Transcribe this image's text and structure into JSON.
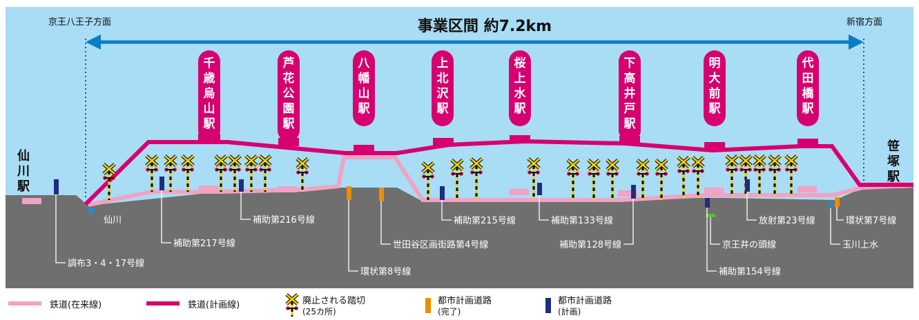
{
  "title": "事業区間 約7.2km",
  "direction_left": "京王八王子方面",
  "direction_right": "新宿方面",
  "end_station_left": "仙川駅",
  "end_station_right": "笹塚駅",
  "stations": [
    "千歳烏山駅",
    "芦花公園駅",
    "八幡山駅",
    "上北沢駅",
    "桜上水駅",
    "下高井戸駅",
    "明大前駅",
    "代田橋駅"
  ],
  "road_labels": {
    "sengawa": "仙川",
    "r216": "補助第216号線",
    "r217": "補助第217号線",
    "chofu": "調布3・4・17号線",
    "setagaya4": "世田谷区画街路第4号線",
    "kanjo8": "環状第8号線",
    "r215": "補助第215号線",
    "r133": "補助第133号線",
    "r128": "補助第128号線",
    "hoshya23": "放射第23号線",
    "kanjo7": "環状第7号線",
    "inokashira": "京王井の頭線",
    "tamagawa": "玉川上水",
    "r154": "補助第154号線"
  },
  "legend": {
    "existing_line": "鉄道(在来線)",
    "planned_line": "鉄道(計画線)",
    "crossing_line1": "廃止される踏切",
    "crossing_line2": "(25カ所)",
    "road_done_line1": "都市計画道路",
    "road_done_line2": "(完了)",
    "road_plan_line1": "都市計画道路",
    "road_plan_line2": "(計画)"
  },
  "colors": {
    "sky": "#a9dcf5",
    "ground": "#6f6f6f",
    "existing_line": "#f0a3c4",
    "planned_line": "#d6006f",
    "arrow": "#0a7ec2",
    "road_done": "#f08c00",
    "road_plan": "#1d2d80"
  },
  "crossing_count": 25
}
